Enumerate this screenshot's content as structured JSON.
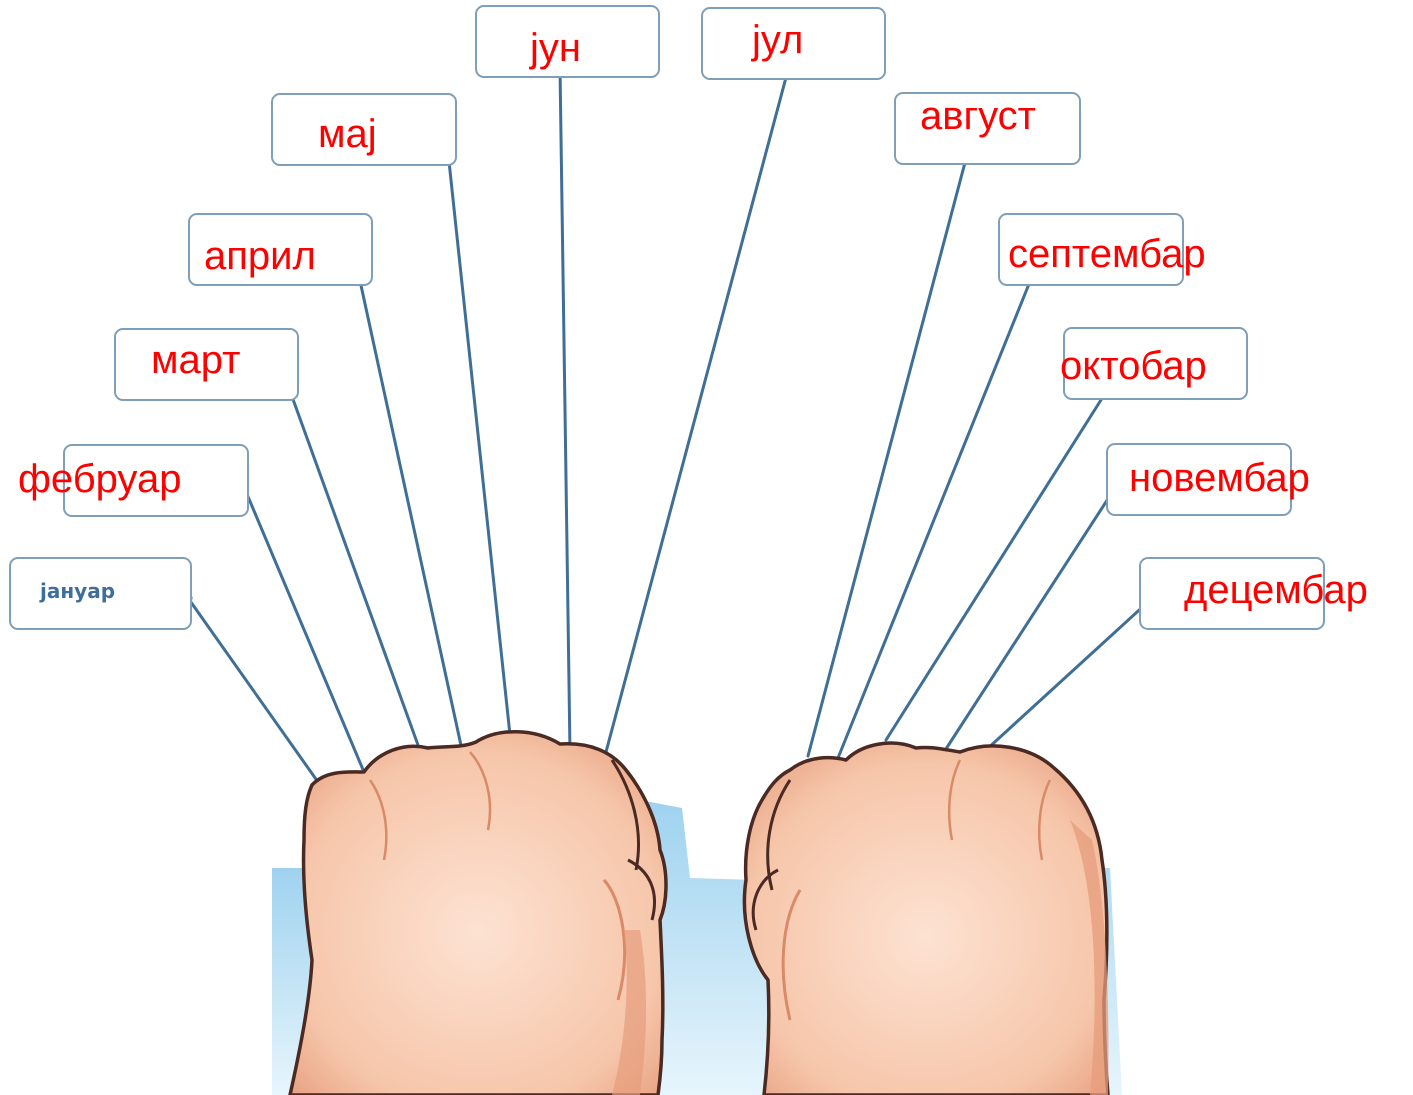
{
  "title": "",
  "months": [
    {
      "id": "january",
      "label": "јануар"
    },
    {
      "id": "february",
      "label": "фебруар"
    },
    {
      "id": "march",
      "label": "март"
    },
    {
      "id": "april",
      "label": "април"
    },
    {
      "id": "may",
      "label": "мај"
    },
    {
      "id": "june",
      "label": "јун"
    },
    {
      "id": "july",
      "label": "јул"
    },
    {
      "id": "august",
      "label": "август"
    },
    {
      "id": "september",
      "label": "септембар"
    },
    {
      "id": "october",
      "label": "октобар"
    },
    {
      "id": "november",
      "label": "новембар"
    },
    {
      "id": "december",
      "label": "децембар"
    }
  ],
  "colors": {
    "label_text": "#ff0000",
    "printed_label_text": "#3d6e9c",
    "box_border": "#7f9fb8",
    "connector_line": "#3f6f97",
    "skin": "#f6c6aa",
    "skin_shadow": "#e69c7c",
    "outline": "#4a2a22",
    "background_blue": "#9fd2ef"
  },
  "illustration": {
    "content": "two clenched fists with knuckles connected to month labels",
    "icons": [
      "left-fist-icon",
      "right-fist-icon"
    ]
  }
}
